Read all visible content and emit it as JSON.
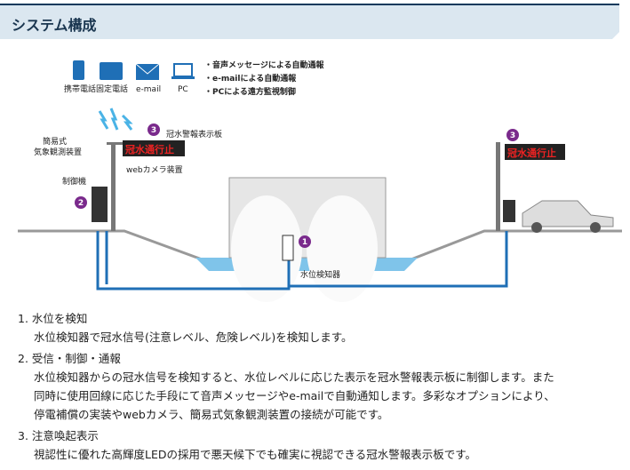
{
  "header": {
    "title": "システム構成"
  },
  "diagram": {
    "devices": [
      "携帯電話",
      "固定電話",
      "e-mail",
      "PC"
    ],
    "features": [
      "・音声メッセージによる自動通報",
      "・e-mailによる自動通報",
      "・PCによる遠方監視制御"
    ],
    "labels": {
      "weather": [
        "簡易式",
        "気象観測装置"
      ],
      "controller": "制御機",
      "camera": "webカメラ装置",
      "board": "冠水警報表示板",
      "sensor": "水位検知器",
      "sign_text": "冠水通行止",
      "n1": "1",
      "n2": "2",
      "n3": "3"
    }
  },
  "items": [
    {
      "num": "1.",
      "title": "水位を検知",
      "body": [
        "水位検知器で冠水信号(注意レベル、危険レベル)を検知します。"
      ]
    },
    {
      "num": "2.",
      "title": "受信・制御・通報",
      "body": [
        "水位検知器からの冠水信号を検知すると、水位レベルに応じた表示を冠水警報表示板に制御します。また",
        "同時に使用回線に応じた手段にて音声メッセージやe-mailで自動通知します。多彩なオプションにより、",
        "停電補償の実装やwebカメラ、簡易式気象観測装置の接続が可能です。"
      ]
    },
    {
      "num": "3.",
      "title": "注意喚起表示",
      "body": [
        "視認性に優れた高輝度LEDの採用で悪天候下でも確実に視認できる冠水警報表示板です。"
      ]
    }
  ]
}
